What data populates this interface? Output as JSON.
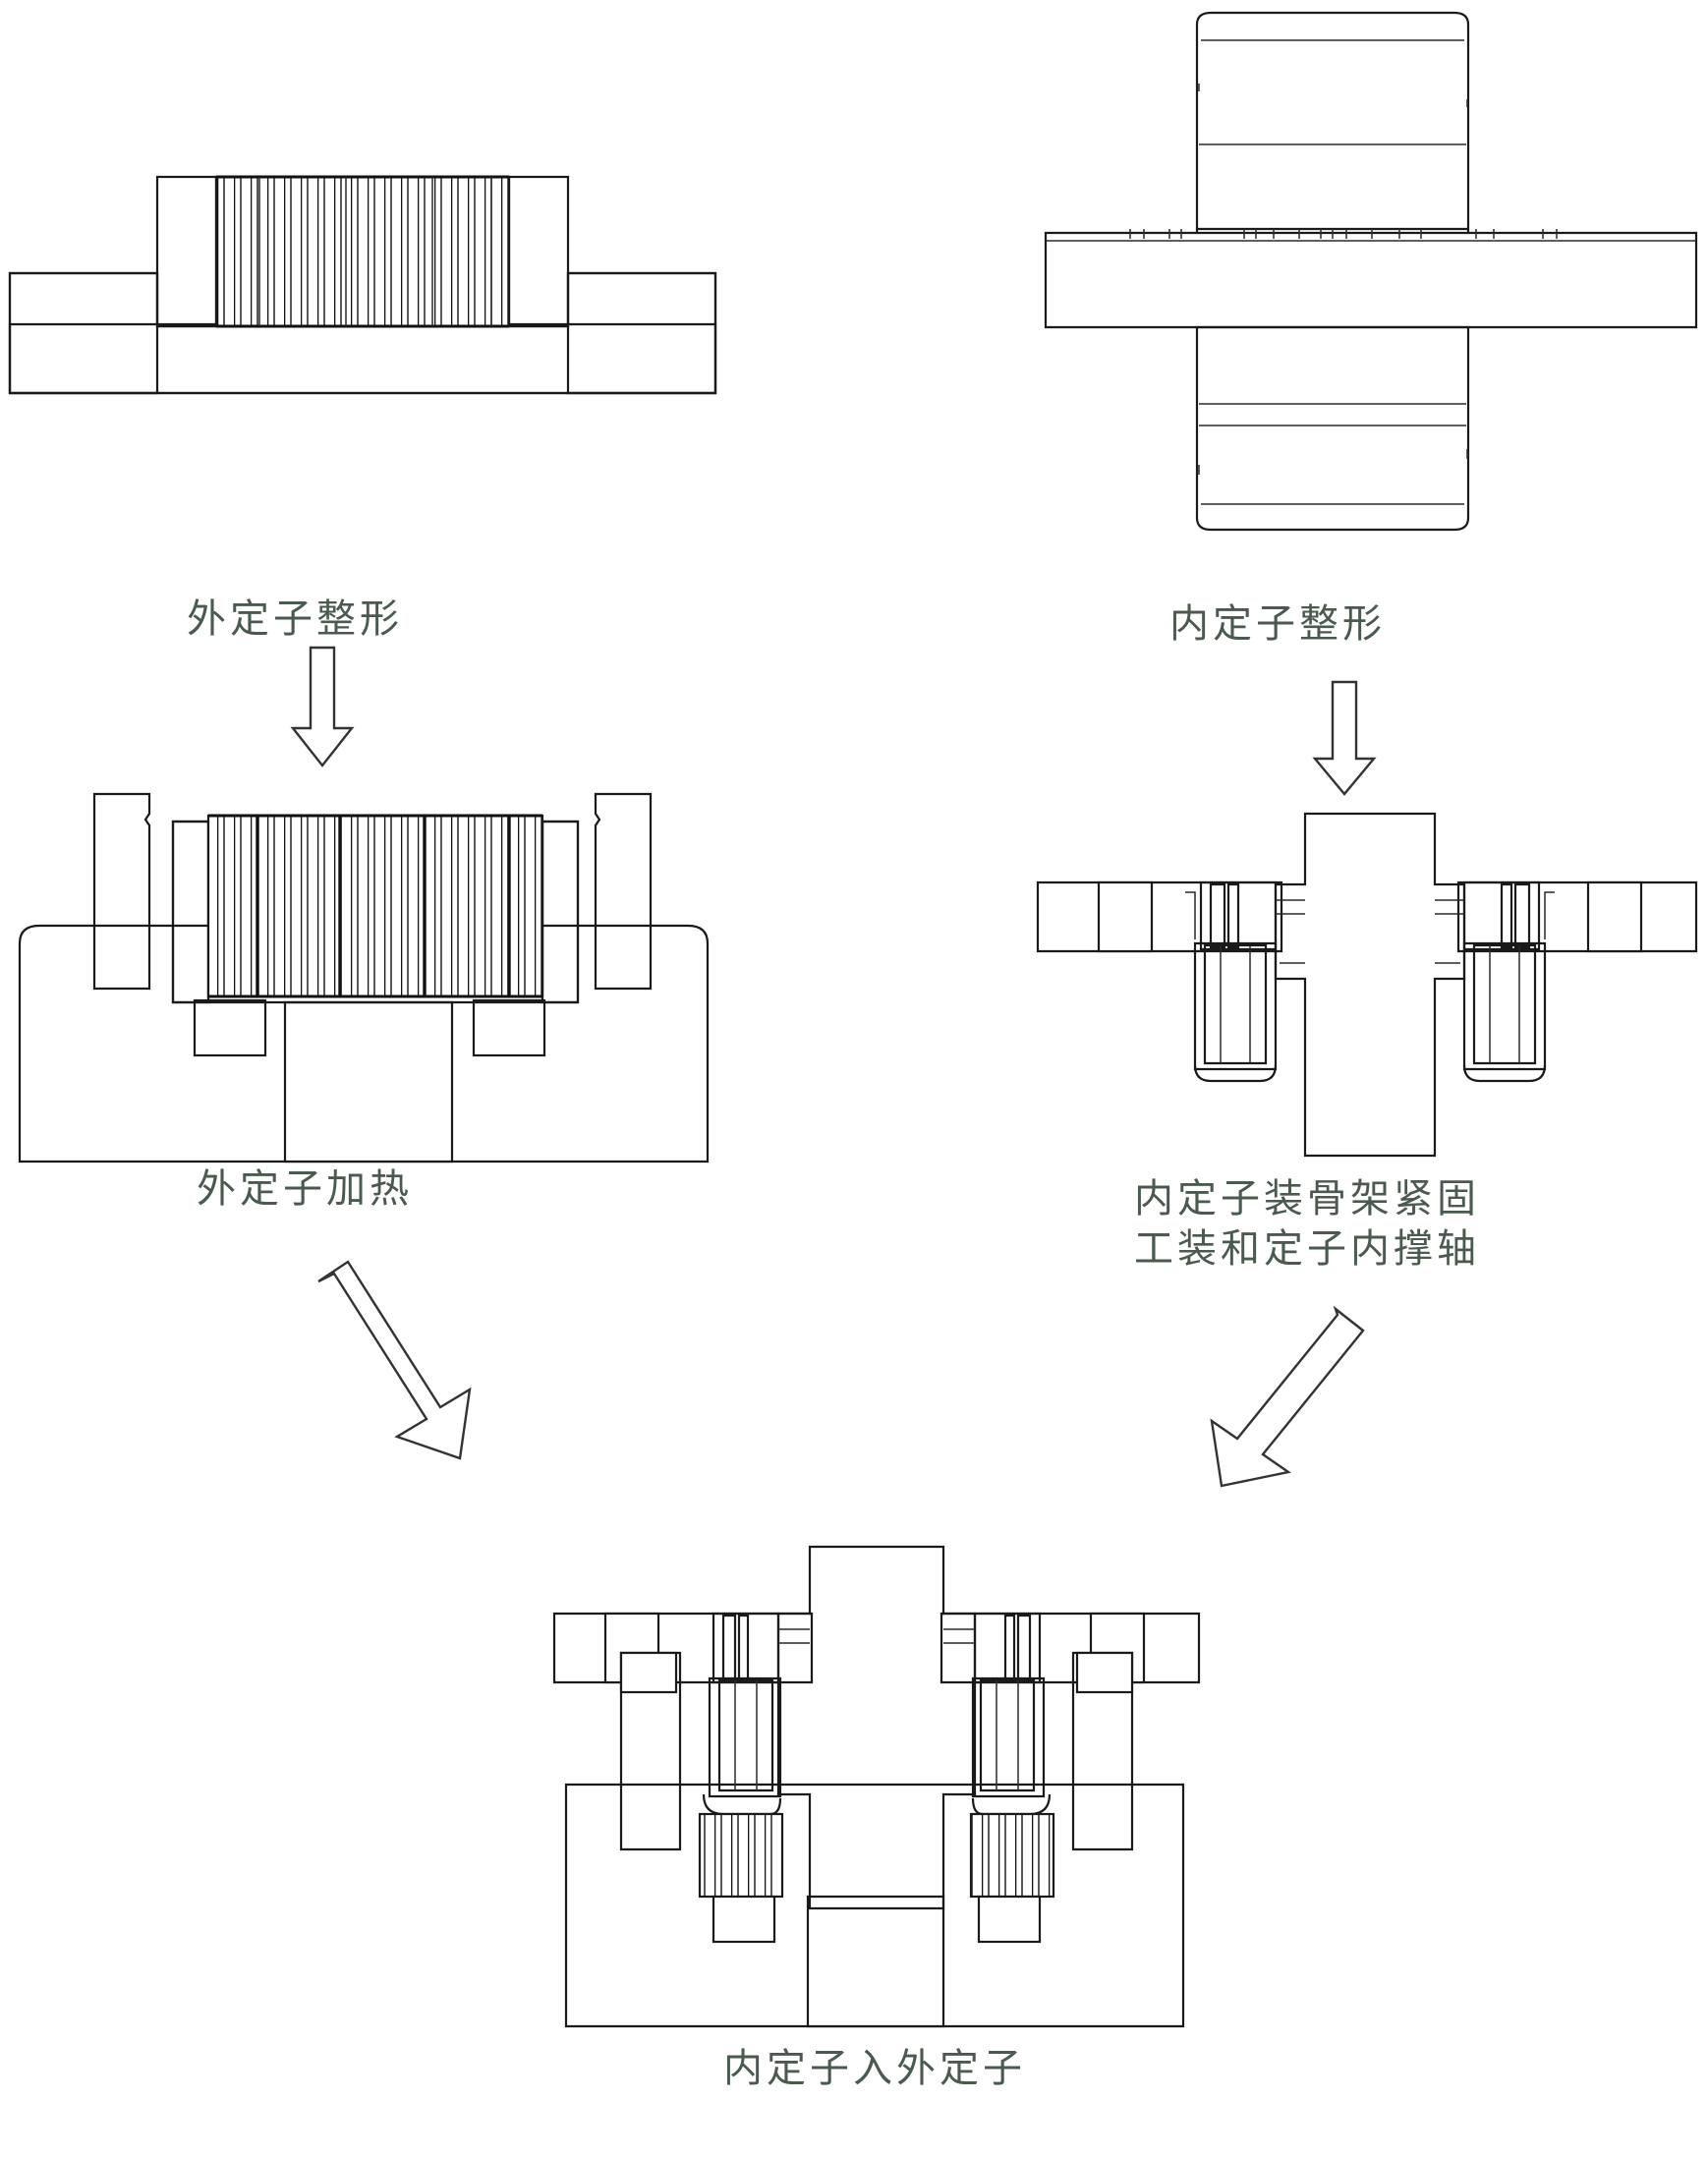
{
  "document": {
    "type": "engineering-process-flow-diagram",
    "language": "zh-CN",
    "background_color": "#ffffff",
    "line_color": "#1a1a1a",
    "caption_color": "#4a5a4e"
  },
  "steps": [
    {
      "id": "outer-stator-shaping",
      "caption": "外定子整形",
      "position": "top-left",
      "drawing": "sectioned die with hatched base block and vertically-laminated stator core seated in a bore"
    },
    {
      "id": "inner-stator-shaping",
      "caption": "内定子整形",
      "position": "top-right",
      "drawing": "outline elevation of a cylindrical inner stator with a wide flange plate through its middle"
    },
    {
      "id": "outer-stator-heating",
      "caption": "外定子加热",
      "position": "middle-left",
      "drawing": "hatched heating fixture with two upright jaws gripping the laminated outer stator over a stepped through-bore"
    },
    {
      "id": "inner-stator-frame-fixture",
      "caption": "内定子装骨架紧固\n工装和定子内撑轴",
      "caption_lines": [
        "内定子装骨架紧固",
        "工装和定子内撑轴"
      ],
      "position": "middle-right",
      "drawing": "cross-section of inner stator on an internal support shaft with frame clamping tooling and flange"
    },
    {
      "id": "inner-into-outer",
      "caption": "内定子入外定子",
      "position": "bottom-center",
      "drawing": "final cross-section showing the inner stator assembly pressed into the heated outer stator housing"
    }
  ],
  "arrows": [
    {
      "id": "arrow-outer-shaping-to-heating",
      "direction": "down",
      "from": "outer-stator-shaping",
      "to": "outer-stator-heating"
    },
    {
      "id": "arrow-inner-shaping-to-fixture",
      "direction": "down",
      "from": "inner-stator-shaping",
      "to": "inner-stator-frame-fixture"
    },
    {
      "id": "arrow-heating-to-assembly",
      "direction": "down-right",
      "from": "outer-stator-heating",
      "to": "inner-into-outer"
    },
    {
      "id": "arrow-fixture-to-assembly",
      "direction": "down-left",
      "from": "inner-stator-frame-fixture",
      "to": "inner-into-outer"
    }
  ]
}
